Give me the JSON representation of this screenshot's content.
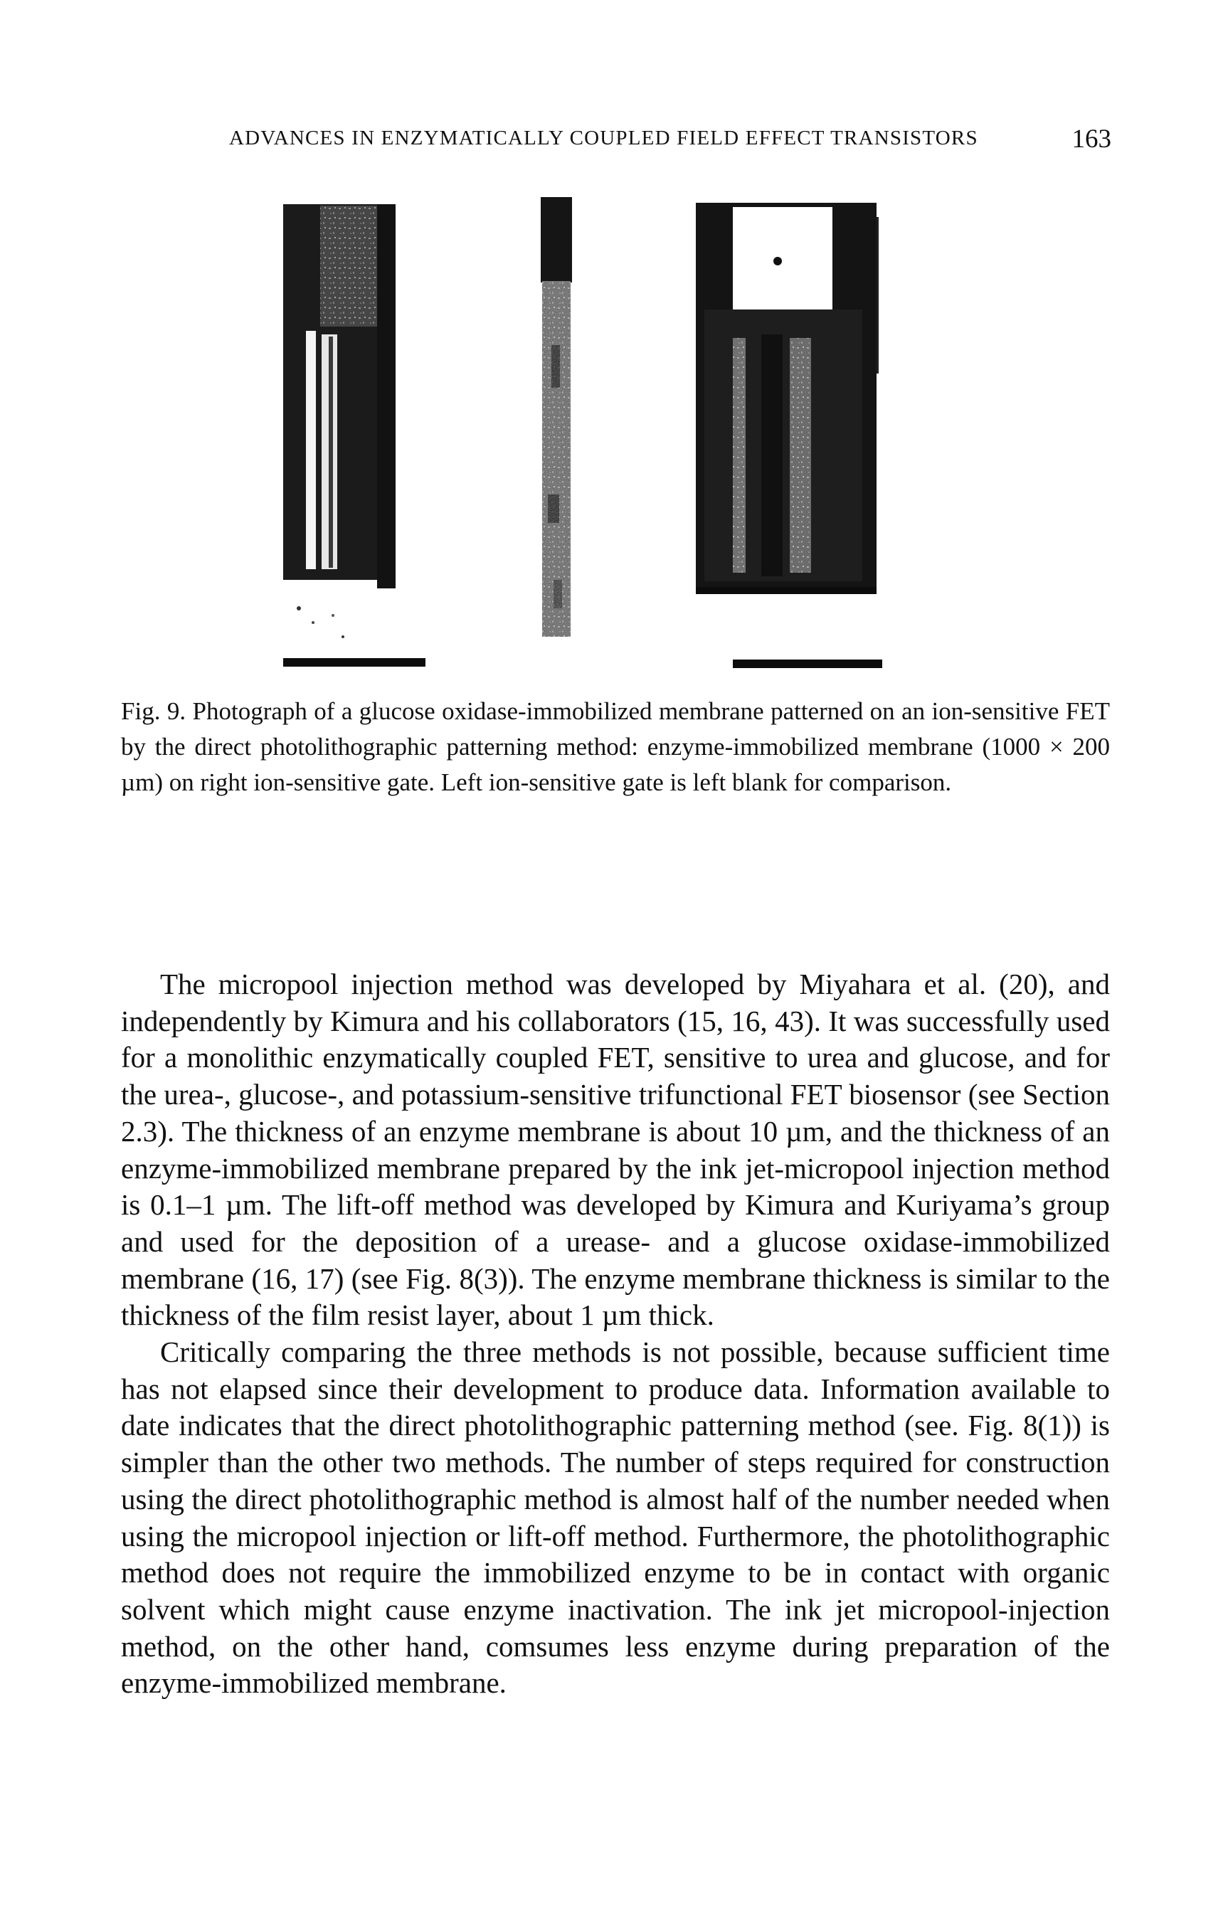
{
  "header": {
    "running_title": "ADVANCES IN ENZYMATICALLY COUPLED FIELD EFFECT TRANSISTORS",
    "page_number": "163"
  },
  "figure": {
    "label": "Fig. 9.",
    "caption": "Photograph of a glucose oxidase-immobilized membrane patterned on an ion-sensitive FET by the direct photolithographic patterning method: enzyme-immobilized membrane (1000 × 200 µm) on right ion-sensitive gate. Left ion-sensitive gate is left blank for comparison."
  },
  "body": {
    "paragraphs": [
      "The micropool injection method was developed by Miyahara et al. (20), and independently by Kimura and his collaborators (15, 16, 43). It was successfully used for a monolithic enzymatically coupled FET, sensitive to urea and glucose, and for the urea-, glucose-, and potassium-sensitive trifunctional FET biosensor (see Section 2.3). The thickness of an enzyme membrane is about 10 µm, and the thickness of an enzyme-immobilized membrane prepared by the ink jet-micropool injection method is 0.1–1 µm. The lift-off method was developed by Kimura and Kuriyama’s group and used for the deposition of a urease- and a glucose oxidase-immobilized membrane (16, 17) (see Fig. 8(3)). The enzyme membrane thickness is similar to the thickness of the film resist layer, about 1 µm thick.",
      "Critically comparing the three methods is not possible, because sufficient time has not elapsed since their development to produce data. Information available to date indicates that the direct photolithographic patterning method (see. Fig. 8(1)) is simpler than the other two methods. The number of steps required for construction using the direct photolithographic method is almost half of the number needed when using the micropool injection or lift-off method. Furthermore, the photolithographic method does not require the immobilized enzyme to be in contact with organic solvent which might cause enzyme inactivation. The ink jet micropool-injection method, on the other hand, comsumes less enzyme during preparation of the enzyme-immobilized membrane."
    ]
  }
}
